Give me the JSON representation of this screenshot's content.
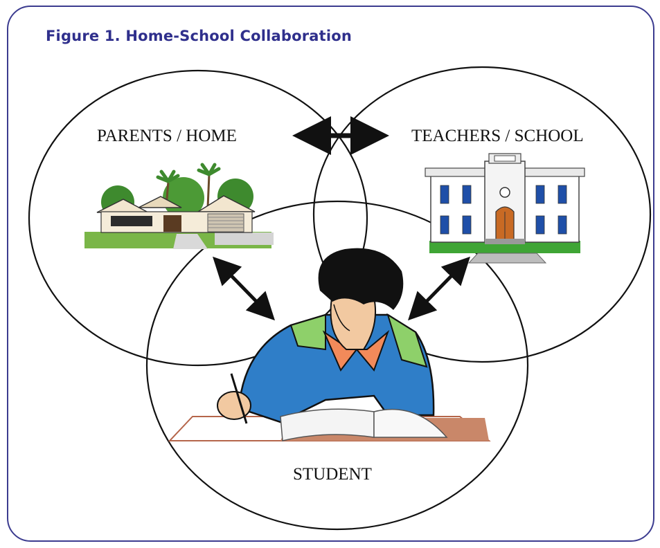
{
  "figure": {
    "title": "Figure 1. Home-School Collaboration",
    "labels": {
      "parents": "PARENTS /  HOME",
      "teachers": "TEACHERS / SCHOOL",
      "student": "STUDENT"
    }
  },
  "colors": {
    "frame": "#3b3b8f",
    "title": "#2f2f8c",
    "lines": "#111111"
  }
}
